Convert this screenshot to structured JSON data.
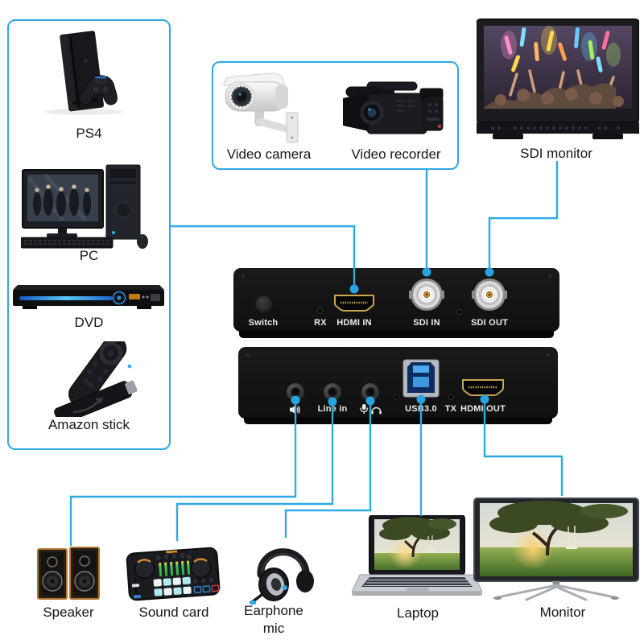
{
  "colors": {
    "accent": "#2fa9e4",
    "hdmi_gold": "#c9a54e",
    "usb_blue": "#3f97e0"
  },
  "source_box": {
    "items": [
      {
        "label": "PS4"
      },
      {
        "label": "PC"
      },
      {
        "label": "DVD"
      },
      {
        "label": "Amazon stick"
      }
    ]
  },
  "capture_box": {
    "items": [
      {
        "label": "Video camera"
      },
      {
        "label": "Video recorder"
      }
    ]
  },
  "sdi_monitor": {
    "label": "SDI monitor"
  },
  "converter_top": {
    "port_labels": [
      "Switch",
      "RX",
      "HDMI IN",
      "SDI IN",
      "SDI OUT"
    ]
  },
  "converter_bottom": {
    "port_labels": [
      "Line in",
      "USB3.0",
      "TX",
      "HDMI OUT"
    ],
    "icons": [
      "speaker-volume-icon",
      "mic-headphone-icon"
    ]
  },
  "output_devices": {
    "speaker": "Speaker",
    "sound_card": "Sound card",
    "earphone_line1": "Earphone",
    "earphone_line2": "mic",
    "laptop": "Laptop",
    "monitor": "Monitor"
  }
}
